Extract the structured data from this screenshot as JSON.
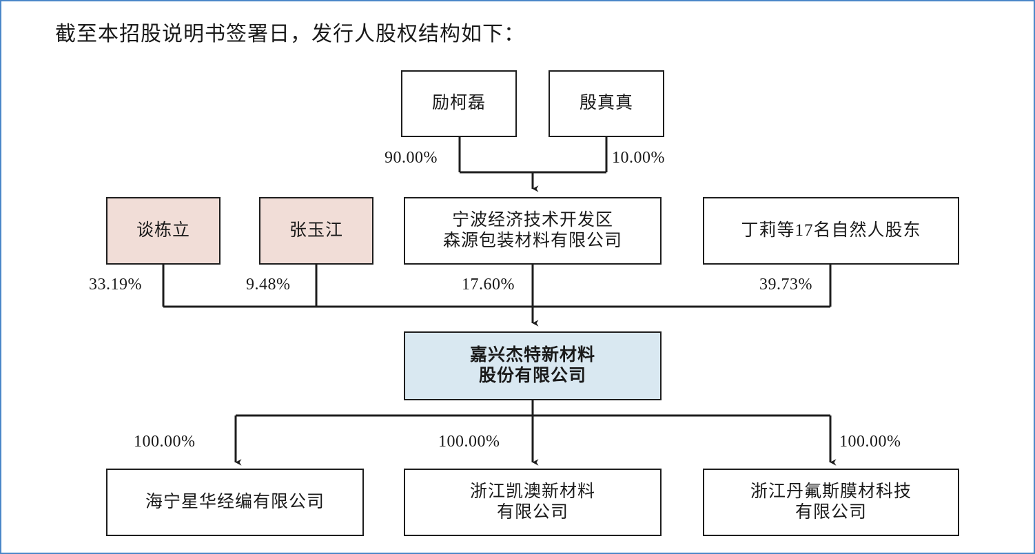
{
  "page": {
    "title": "截至本招股说明书签署日，发行人股权结构如下：",
    "border_color": "#4a86c8",
    "pink_fill": "#f1ddd7",
    "blue_fill": "#d9e8f1",
    "line_color": "#1d1d1d"
  },
  "chart_data": {
    "type": "diagram",
    "title": "截至本招股说明书签署日，发行人股权结构如下：",
    "nodes": [
      {
        "id": "li_kelei",
        "label": "励柯磊",
        "tier": 1,
        "fill": "white"
      },
      {
        "id": "yin_zhen",
        "label": "殷真真",
        "tier": 1,
        "fill": "white"
      },
      {
        "id": "tan_dongli",
        "label": "谈栋立",
        "tier": 2,
        "fill": "pink"
      },
      {
        "id": "zhang_yj",
        "label": "张玉江",
        "tier": 2,
        "fill": "pink"
      },
      {
        "id": "senyuan",
        "label": "宁波经济技术开发区森源包装材料有限公司",
        "tier": 2,
        "fill": "white"
      },
      {
        "id": "ding_li",
        "label": "丁莉等17名自然人股东",
        "tier": 2,
        "fill": "white"
      },
      {
        "id": "jiete",
        "label": "嘉兴杰特新材料股份有限公司",
        "tier": 3,
        "fill": "blue"
      },
      {
        "id": "xinghua",
        "label": "海宁星华经编有限公司",
        "tier": 4,
        "fill": "white"
      },
      {
        "id": "kaiao",
        "label": "浙江凯澳新材料有限公司",
        "tier": 4,
        "fill": "white"
      },
      {
        "id": "danfusi",
        "label": "浙江丹氟斯膜材科技有限公司",
        "tier": 4,
        "fill": "white"
      }
    ],
    "edges": [
      {
        "from": "li_kelei",
        "to": "senyuan",
        "value": "90.00%"
      },
      {
        "from": "yin_zhen",
        "to": "senyuan",
        "value": "10.00%"
      },
      {
        "from": "tan_dongli",
        "to": "jiete",
        "value": "33.19%"
      },
      {
        "from": "zhang_yj",
        "to": "jiete",
        "value": "9.48%"
      },
      {
        "from": "senyuan",
        "to": "jiete",
        "value": "17.60%"
      },
      {
        "from": "ding_li",
        "to": "jiete",
        "value": "39.73%"
      },
      {
        "from": "jiete",
        "to": "xinghua",
        "value": "100.00%"
      },
      {
        "from": "jiete",
        "to": "kaiao",
        "value": "100.00%"
      },
      {
        "from": "jiete",
        "to": "danfusi",
        "value": "100.00%"
      }
    ]
  },
  "boxes": {
    "li_kelei": {
      "line1": "励柯磊"
    },
    "yin_zhen": {
      "line1": "殷真真"
    },
    "tan_dongli": {
      "line1": "谈栋立"
    },
    "zhang_yj": {
      "line1": "张玉江"
    },
    "senyuan": {
      "line1": "宁波经济技术开发区",
      "line2": "森源包装材料有限公司"
    },
    "ding_li": {
      "line1": "丁莉等17名自然人股东"
    },
    "jiete": {
      "line1": "嘉兴杰特新材料",
      "line2": "股份有限公司"
    },
    "xinghua": {
      "line1": "海宁星华经编有限公司"
    },
    "kaiao": {
      "line1": "浙江凯澳新材料",
      "line2": "有限公司"
    },
    "danfusi": {
      "line1": "浙江丹氟斯膜材科技",
      "line2": "有限公司"
    }
  },
  "percents": {
    "p_90": "90.00%",
    "p_10": "10.00%",
    "p_3319": "33.19%",
    "p_948": "9.48%",
    "p_1760": "17.60%",
    "p_3973": "39.73%",
    "p_100_a": "100.00%",
    "p_100_b": "100.00%",
    "p_100_c": "100.00%"
  }
}
